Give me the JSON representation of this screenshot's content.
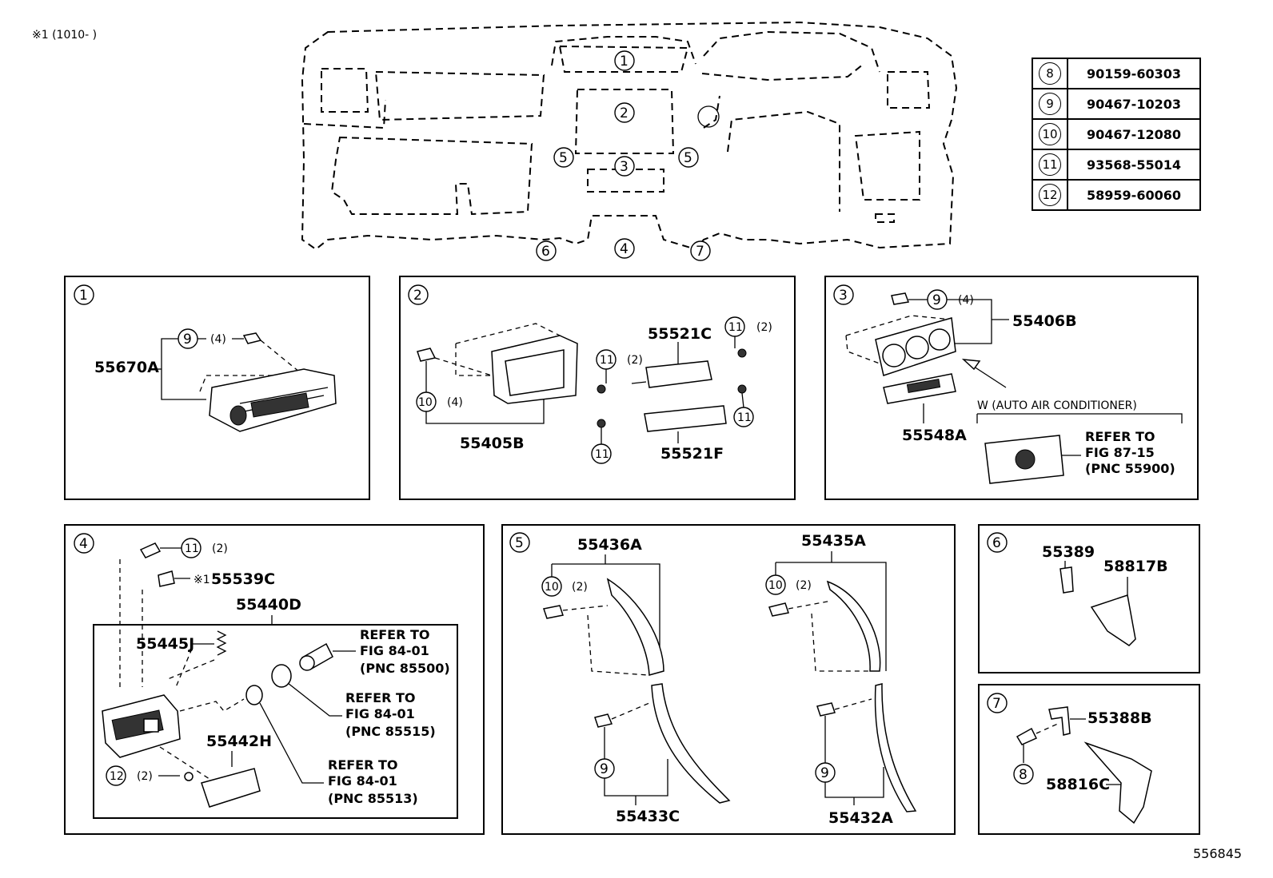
{
  "header_note": "※1 (1010-      )",
  "doc_id": "556845",
  "part_table": [
    {
      "ref": "8",
      "part_no": "90159-60303"
    },
    {
      "ref": "9",
      "part_no": "90467-10203"
    },
    {
      "ref": "10",
      "part_no": "90467-12080"
    },
    {
      "ref": "11",
      "part_no": "93568-55014"
    },
    {
      "ref": "12",
      "part_no": "58959-60060"
    }
  ],
  "overview_callouts": [
    "1",
    "2",
    "3",
    "4",
    "5",
    "5",
    "6",
    "7"
  ],
  "panels": {
    "p1": {
      "num": "1",
      "parts": [
        "55670A"
      ],
      "fastener": {
        "ref": "9",
        "qty": "(4)"
      }
    },
    "p2": {
      "num": "2",
      "parts": [
        "55405B",
        "55521C",
        "55521F"
      ],
      "fasteners": [
        {
          "ref": "10",
          "qty": "(4)"
        },
        {
          "ref": "11",
          "qty": "(2)"
        },
        {
          "ref": "11",
          "qty": "(2)"
        },
        {
          "ref": "11",
          "qty": ""
        },
        {
          "ref": "11",
          "qty": ""
        }
      ]
    },
    "p3": {
      "num": "3",
      "parts": [
        "55406B",
        "55548A"
      ],
      "fastener": {
        "ref": "9",
        "qty": "(4)"
      },
      "variant": "W (AUTO AIR CONDITIONER)",
      "refer": [
        "REFER TO",
        "FIG 87-15",
        "(PNC 55900)"
      ]
    },
    "p4": {
      "num": "4",
      "parts": [
        "55539C",
        "55440D",
        "55445J",
        "55442H"
      ],
      "note_mark": "※1",
      "fasteners": [
        {
          "ref": "11",
          "qty": "(2)"
        },
        {
          "ref": "12",
          "qty": "(2)"
        }
      ],
      "refers": [
        [
          "REFER TO",
          "FIG 84-01",
          "(PNC 85500)"
        ],
        [
          "REFER TO",
          "FIG 84-01",
          "(PNC 85515)"
        ],
        [
          "REFER TO",
          "FIG 84-01",
          "(PNC 85513)"
        ]
      ]
    },
    "p5": {
      "num": "5",
      "parts": [
        "55436A",
        "55435A",
        "55433C",
        "55432A"
      ],
      "fasteners": [
        {
          "ref": "10",
          "qty": "(2)"
        },
        {
          "ref": "10",
          "qty": "(2)"
        },
        {
          "ref": "9",
          "qty": ""
        },
        {
          "ref": "9",
          "qty": ""
        }
      ]
    },
    "p6": {
      "num": "6",
      "parts": [
        "55389",
        "58817B"
      ]
    },
    "p7": {
      "num": "7",
      "parts": [
        "55388B",
        "58816C"
      ],
      "fastener": {
        "ref": "8",
        "qty": ""
      }
    }
  }
}
